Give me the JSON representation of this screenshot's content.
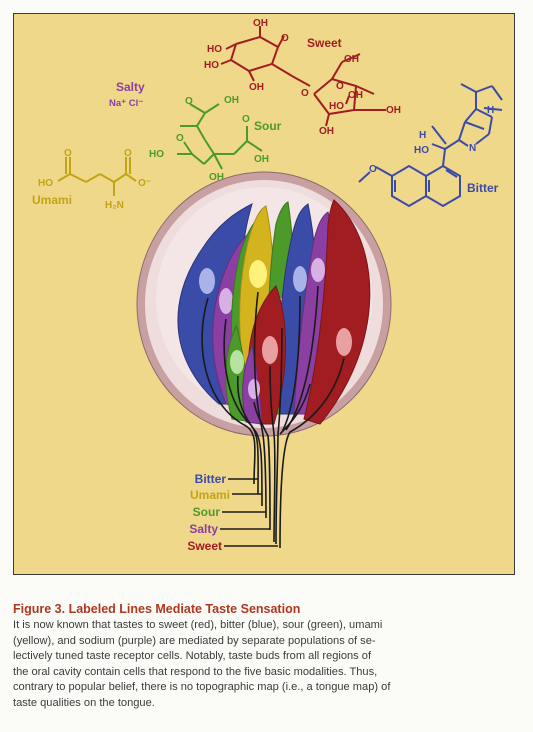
{
  "figure": {
    "caption_title": "Figure 3. Labeled Lines Mediate Taste Sensation",
    "caption_lines": [
      "It is now known that tastes to sweet (red), bitter (blue), sour (green), umami",
      "(yellow), and sodium (purple) are mediated by separate populations of se-",
      "lectively tuned taste receptor cells. Notably, taste buds from all regions of",
      "the oral cavity contain cells that respond to the five basic modalities. Thus,",
      "contrary to popular belief, there is no topographic map (i.e., a tongue map) of",
      "taste qualities on the tongue."
    ]
  },
  "molecules": {
    "sweet": {
      "title": "Sweet",
      "atoms": [
        "OH",
        "HO",
        "HO",
        "OH",
        "O",
        "O",
        "OH",
        "O",
        "OH",
        "HO",
        "OH",
        "OH"
      ]
    },
    "salty": {
      "title": "Salty",
      "formula": "Na⁺ Cl⁻"
    },
    "sour": {
      "title": "Sour",
      "atoms": [
        "O",
        "OH",
        "HO",
        "O",
        "OH",
        "O",
        "OH"
      ]
    },
    "umami": {
      "title": "Umami",
      "atoms": [
        "O",
        "HO",
        "H₂N",
        "O",
        "O⁻"
      ]
    },
    "bitter": {
      "title": "Bitter",
      "atoms": [
        "H",
        "H",
        "N",
        "HO",
        "O"
      ]
    }
  },
  "taste_lines": [
    {
      "label": "Bitter",
      "color": "#3b4ba8"
    },
    {
      "label": "Umami",
      "color": "#c2a514"
    },
    {
      "label": "Sour",
      "color": "#4c9a2a"
    },
    {
      "label": "Salty",
      "color": "#8b3fa3"
    },
    {
      "label": "Sweet",
      "color": "#a11d22"
    }
  ],
  "colors": {
    "background": "#f0d88a",
    "bud_outer": "#caa1a3",
    "bud_inner": "#f1dede",
    "sweet": "#a11d22",
    "bitter": "#3b4ba8",
    "sour": "#4c9a2a",
    "umami": "#c2a514",
    "salty": "#8b3fa3",
    "caption_title": "#b0371f"
  }
}
